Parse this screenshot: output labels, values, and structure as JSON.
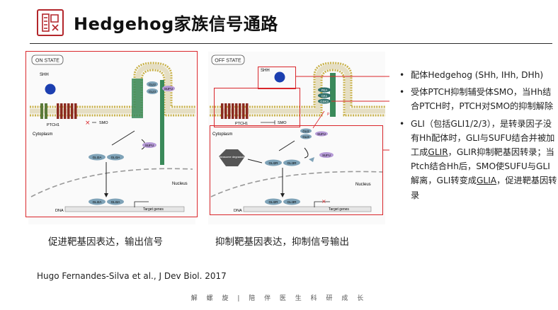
{
  "header": {
    "title": "Hedgehog家族信号通路",
    "logo_icon": "seal-logo-icon"
  },
  "diagram": {
    "on_state": {
      "label": "ON STATE",
      "shh": "SHH",
      "ptch": "PTCH1",
      "smo": "SMO",
      "cytoplasm": "Cytoplasm",
      "gli2": "GLI2",
      "gli3": "GLI3",
      "sufu": "SUFU",
      "sufu2": "SUFU",
      "gli2a": "GLI2A",
      "gli3a": "GLI3A",
      "nucleus": "Nucleus",
      "gli2a_n": "GLI2A",
      "gli3a_n": "GLI3A",
      "dna": "DNA",
      "target": "Target genes"
    },
    "off_state": {
      "label": "OFF STATE",
      "shh": "SHH",
      "ptch": "PTCH1",
      "smo": "SMO",
      "pka": "PKA",
      "ck1": "CK1",
      "gsk3": "GSK3",
      "p": "P",
      "cytoplasm": "Cytoplasm",
      "gli2": "GLI2",
      "gli3": "GLI3",
      "sufu": "SUFU",
      "proteasome": "Proteasome degradation",
      "gli2r": "GLI2R",
      "gli3r": "GLI3R",
      "sufu2": "SUFU",
      "nucleus": "Nucleus",
      "gli2r_n": "GLI2R",
      "gli3r_n": "GLI3R",
      "dna": "DNA",
      "target": "Target genes"
    },
    "captions": {
      "on": "促进靶基因表达，输出信号",
      "off": "抑制靶基因表达，抑制信号输出"
    }
  },
  "bullets": [
    {
      "text": "配体Hedgehog (SHh, IHh, DHh)"
    },
    {
      "text": "受体PTCH抑制辅受体SMO，当Hh结合PTCH时，PTCH对SMO的抑制解除"
    },
    {
      "pre": "GLI（包括GLI1/2/3），是转录因子没有Hh配体时，GLI与SUFU结合并被加工成",
      "glir": "GLIR",
      "mid": "，GLIR抑制靶基因转录；当Ptch结合Hh后，SMO使SUFU与GLI解离，GLI转变成",
      "glia": "GLIA",
      "post": "，促进靶基因转录"
    }
  ],
  "citation": "Hugo Fernandes-Silva et al., J Dev Biol. 2017",
  "footer": "解 螺 旋  |  陪 伴 医 生 科 研 成 长",
  "colors": {
    "accent": "#d9262b",
    "membrane_head": "#c9b24c",
    "ptch": "#8b2a1f",
    "smo": "#3a8a5a",
    "gli": "#7fa3b8",
    "sufu": "#b59ad6",
    "shh": "#1c3fb0"
  }
}
